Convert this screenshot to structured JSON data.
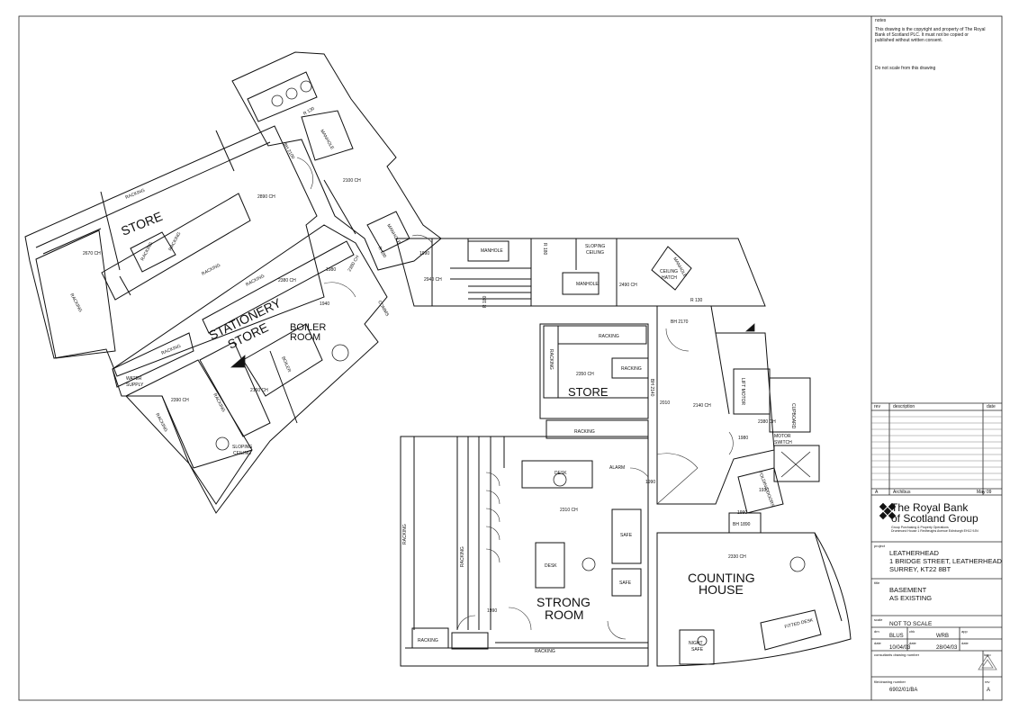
{
  "notes": {
    "heading": "notes",
    "copyright": "This drawing is the copyright and property of The Royal Bank of Scotland PLC.        It must not be copied or published without written consent.",
    "scale_note": "Do not scale from this drawing"
  },
  "revisions": {
    "col_rev": "rev",
    "col_description": "description",
    "col_date": "date",
    "row": {
      "rev": "A",
      "description": "Archibus",
      "date": "May 09"
    }
  },
  "company": {
    "name_line1": "The Royal Bank",
    "name_line2": "of Scotland Group",
    "dept": "Group Purchasing & Property Operations",
    "address": "Drummond House 1 Redheughs Avenue  Edinburgh EH12 9JN"
  },
  "project": {
    "label": "project",
    "line1": "LEATHERHEAD",
    "line2": "1 BRIDGE STREET, LEATHERHEAD",
    "line3": "SURREY, KT22 8BT"
  },
  "title_block": {
    "label": "title",
    "line1": "BASEMENT",
    "line2": "AS EXISTING"
  },
  "scale": {
    "label": "scale",
    "value": "NOT TO SCALE"
  },
  "drawn": {
    "label": "drn",
    "value": "BLUS"
  },
  "checked": {
    "label": "chk",
    "value": "WRB"
  },
  "approved": {
    "label": "app"
  },
  "date_drawn": {
    "label": "date",
    "value": "10/04/03"
  },
  "date_checked": {
    "label": "date",
    "value": "28/04/03"
  },
  "date_approved": {
    "label": "date"
  },
  "consultant": {
    "label": "consultants drawing number"
  },
  "logo_label": "logo",
  "drawing_number": {
    "label": "file/drawing number",
    "value": "6902/01/BA",
    "rev_label": "rev",
    "rev": "A"
  },
  "plan": {
    "rooms": {
      "store_left": "STORE",
      "stationery_line1": "STATIONERY",
      "stationery_line2": "STORE",
      "boiler_line1": "BOILER",
      "boiler_line2": "ROOM",
      "store_mid": "STORE",
      "counting_line1": "COUNTING",
      "counting_line2": "HOUSE",
      "strong_line1": "STRONG",
      "strong_line2": "ROOM"
    },
    "labels": {
      "racking": "RACKING",
      "manhole": "MANHOLE",
      "boiler": "BOILER",
      "desk": "DESK",
      "safe": "SAFE",
      "alarm": "ALARM",
      "comms": "COMMS",
      "water_line1": "WATER",
      "water_line2": "SUPPLY",
      "sloping_line1": "SLOPING",
      "sloping_line2": "CEILING",
      "ceiling_line1": "CEILING",
      "ceiling_line2": "HATCH",
      "lift_motor": "LIFT MOTOR",
      "motor_line1": "MOTOR",
      "motor_line2": "SWITCH",
      "night_line1": "NIGHT",
      "night_line2": "SAFE",
      "fitted_desk": "FITTED DESK",
      "folding_doors": "FOLDING DOORS",
      "cupboard": "CUPBOARD"
    },
    "dims": {
      "h2670": "2670 CH",
      "h2890": "2890 CH",
      "h2100": "2100 CH",
      "h2380a": "2380 CH",
      "h2380b": "2380 CH",
      "h2940": "2940 CH",
      "h2490": "2490 CH",
      "h2350": "2350 CH",
      "h2140": "2140 CH",
      "h2390": "2390 CH",
      "h2160": "2160 CH",
      "h2310": "2310 CH",
      "h2380c": "2380 CH",
      "h2330": "2330 CH",
      "d1980a": "1980",
      "d1990a": "1990",
      "d1940": "1940",
      "d2010": "2010",
      "d1990b": "1990",
      "d1980b": "1980",
      "d1990c": "1990",
      "d1930": "1930",
      "d1990d": "1990",
      "bh2170": "BH 2170",
      "bh1890": "BH 1890",
      "bh2100": "BH 2100",
      "bh2140": "BH 2140",
      "r130a": "R 130",
      "r130b": "R 130",
      "r180a": "R 180",
      "r180b": "R 180",
      "r180c": "R 180"
    }
  }
}
